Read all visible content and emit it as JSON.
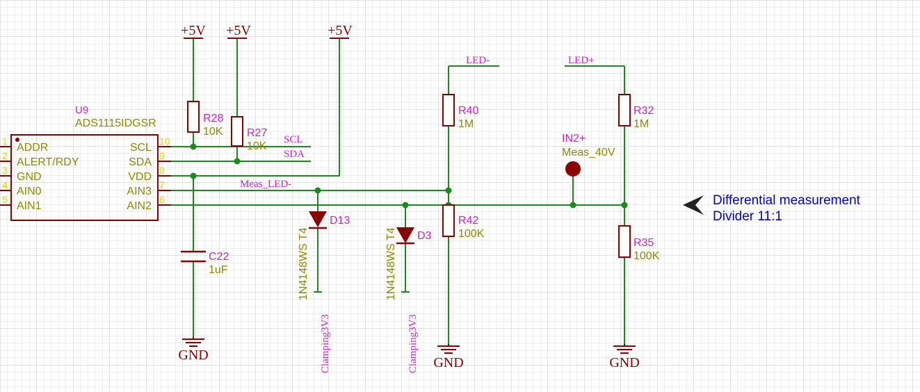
{
  "colors": {
    "wire": "#1b8a1b",
    "body": "#8b0000",
    "designator": "#cc22cc",
    "value": "#8a8a00",
    "pin_number": "#e6d600",
    "power_text": "#8b0000",
    "note_text": "#0000cc",
    "grid": "#d9d9d9",
    "grid_major": "#c2c2c2"
  },
  "power": {
    "vcc": "+5V",
    "gnd": "GND"
  },
  "ic": {
    "designator": "U9",
    "value": "ADS1115IDGSR",
    "left_pins": [
      {
        "num": "1",
        "name": "ADDR"
      },
      {
        "num": "2",
        "name": "ALERT/RDY"
      },
      {
        "num": "3",
        "name": "GND"
      },
      {
        "num": "4",
        "name": "AIN0"
      },
      {
        "num": "5",
        "name": "AIN1"
      }
    ],
    "right_pins": [
      {
        "num": "10",
        "name": "SCL"
      },
      {
        "num": "9",
        "name": "SDA"
      },
      {
        "num": "8",
        "name": "VDD"
      },
      {
        "num": "7",
        "name": "AIN3"
      },
      {
        "num": "6",
        "name": "AIN2"
      }
    ]
  },
  "resistors": {
    "r28": {
      "designator": "R28",
      "value": "10K"
    },
    "r27": {
      "designator": "R27",
      "value": "10K"
    },
    "r40": {
      "designator": "R40",
      "value": "1M"
    },
    "r42": {
      "designator": "R42",
      "value": "100K"
    },
    "r32": {
      "designator": "R32",
      "value": "1M"
    },
    "r35": {
      "designator": "R35",
      "value": "100K"
    }
  },
  "capacitor": {
    "designator": "C22",
    "value": "1uF"
  },
  "diodes": {
    "d13": {
      "designator": "D13",
      "part": "1N4148WS T4",
      "net": "Clamping3V3"
    },
    "d3": {
      "designator": "D3",
      "part": "1N4148WS T4",
      "net": "Clamping3V3"
    }
  },
  "nets": {
    "scl": "SCL",
    "sda": "SDA",
    "meas_led": "Meas_LED-",
    "led_minus": "LED-",
    "led_plus": "LED+"
  },
  "test_point": {
    "designator": "IN2+",
    "value": "Meas_40V"
  },
  "note": {
    "line1": "Differential measurement",
    "line2": "Divider 11:1"
  }
}
